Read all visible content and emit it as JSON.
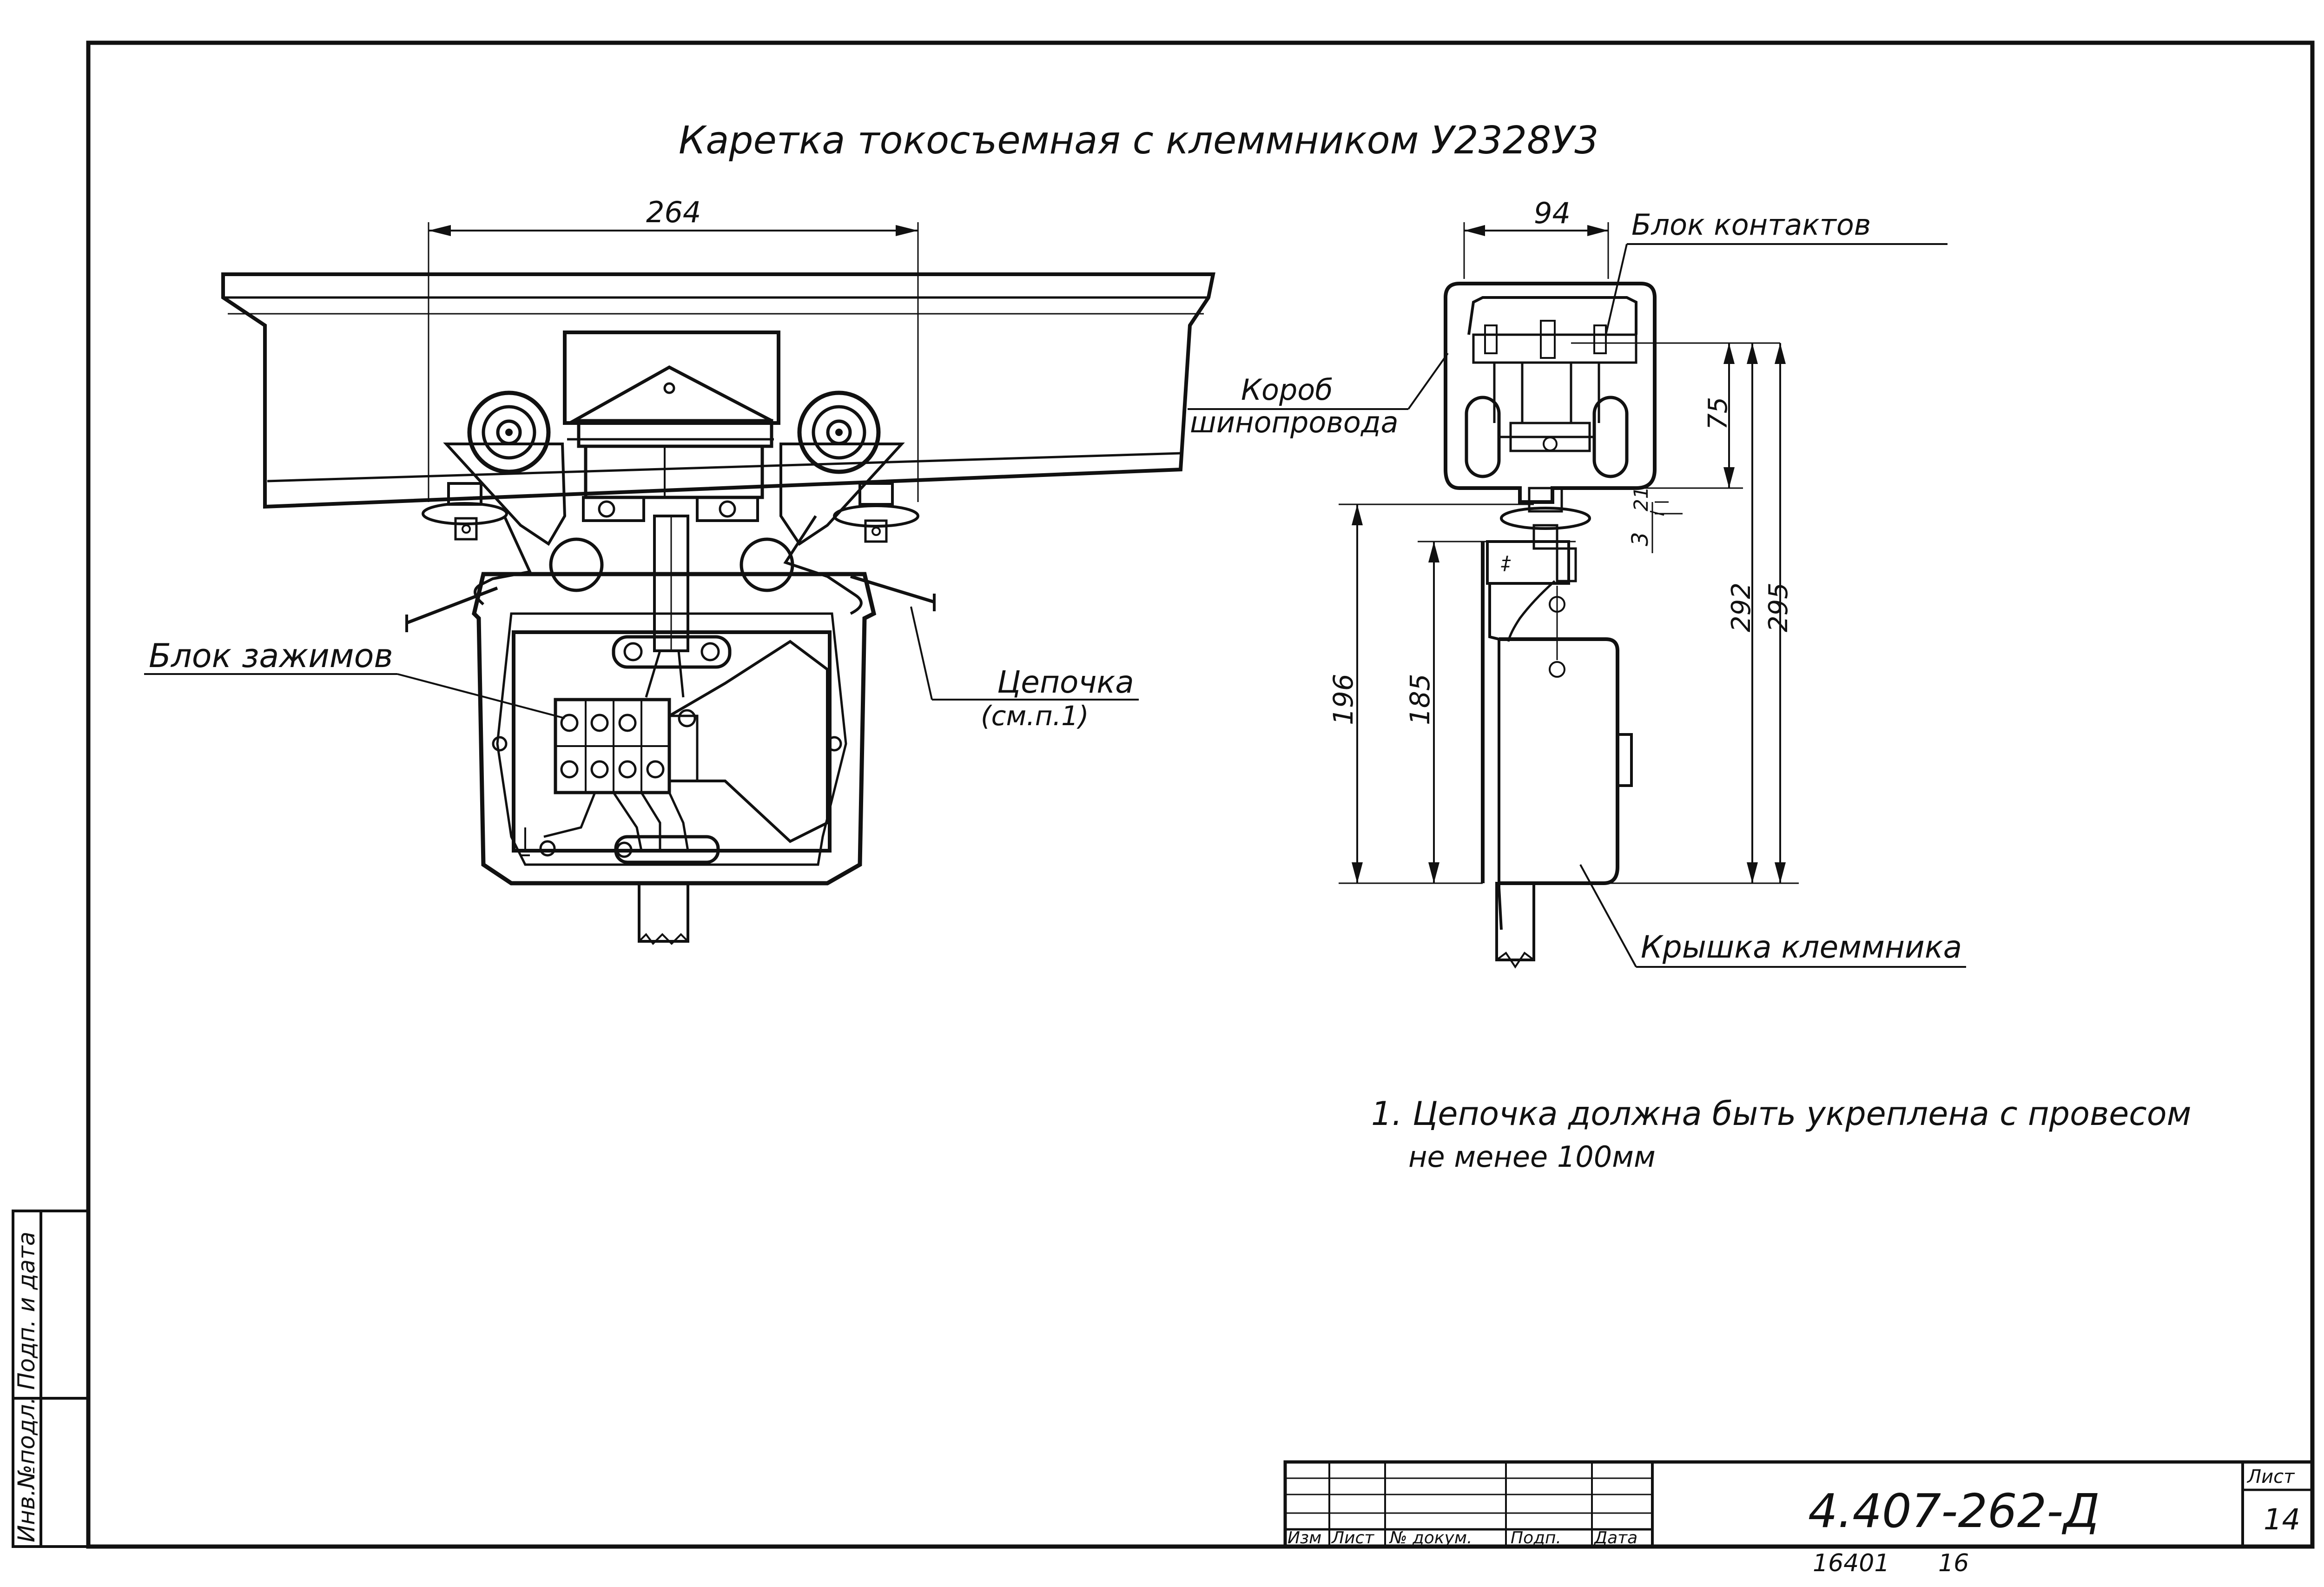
{
  "title": "Каретка токосъемная с клеммником У2328У3",
  "dimensions": {
    "front_width": "264",
    "side_width": "94",
    "d75": "75",
    "d21": "21",
    "d3": "3",
    "d292": "292",
    "d295": "295",
    "d196": "196",
    "d185": "185"
  },
  "labels": {
    "blok_kontaktov": "Блок контактов",
    "korob_line1": "Короб",
    "korob_line2": "шинопровода",
    "blok_zazhimov": "Блок зажимов",
    "tsepochka": "Цепочка",
    "tsepochka_ref": "(см.п.1)",
    "kryshka": "Крышка клеммника"
  },
  "notes": {
    "line1": "1. Цепочка должна быть укреплена с провесом",
    "line2": "не менее 100мм"
  },
  "side_stamp": {
    "inv": "Инв.№подл.",
    "podp": "Подп. и дата"
  },
  "title_block": {
    "cols": [
      "Изм",
      "Лист",
      "№ докум.",
      "Подп.",
      "Дата"
    ],
    "doc_number": "4.407-262-Д",
    "sheet_label": "Лист",
    "sheet_number": "14",
    "bottom_code_a": "16401",
    "bottom_code_b": "16"
  }
}
